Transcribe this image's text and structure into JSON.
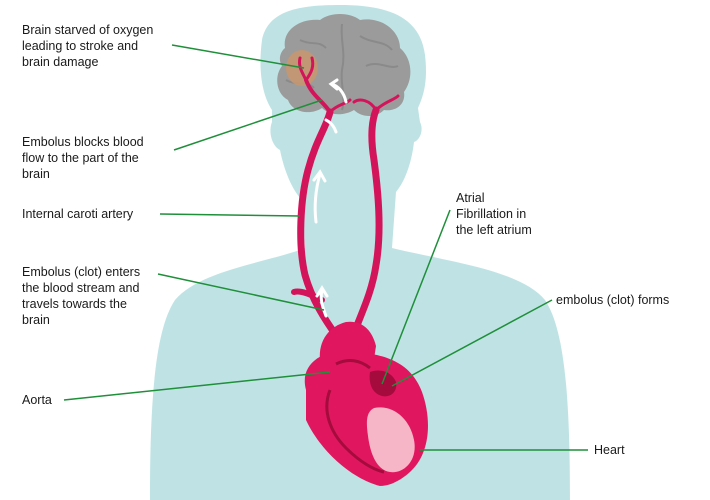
{
  "colors": {
    "body": "#bfe3e4",
    "brain": "#9b9b9b",
    "brain_shadow": "#8a8a8a",
    "artery": "#d4145a",
    "heart": "#e0175f",
    "heart_dark": "#a50b3d",
    "heart_light": "#f7b6c7",
    "leader": "#1f8f3a",
    "infarct": "#c8966e",
    "arrow": "#ffffff"
  },
  "labels": {
    "brain_starved": "Brain starved of oxygen\nleading to stroke and\nbrain damage",
    "embolus_blocks": "Embolus blocks blood\nflow to the part of the\nbrain",
    "internal_carotid": "Internal caroti artery",
    "embolus_enters": "Embolus (clot) enters\nthe blood stream and\ntravels towards the\nbrain",
    "aorta": "Aorta",
    "atrial_fib": "Atrial\nFibrillation in\nthe left atrium",
    "embolus_forms": "embolus (clot) forms",
    "heart": "Heart"
  }
}
